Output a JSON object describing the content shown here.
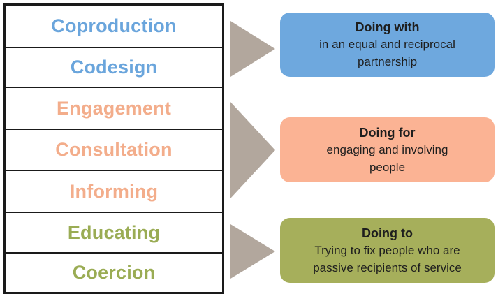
{
  "colors": {
    "blue_text": "#6aa5dc",
    "orange_text": "#f3ad8b",
    "green_text": "#9aac54",
    "blue_box": "#6ea8de",
    "orange_box": "#fbb394",
    "green_box": "#a6af5b",
    "arrow": "#b2a79d"
  },
  "ladder": [
    {
      "label": "Coproduction",
      "group": "blue"
    },
    {
      "label": "Codesign",
      "group": "blue"
    },
    {
      "label": "Engagement",
      "group": "orange"
    },
    {
      "label": "Consultation",
      "group": "orange"
    },
    {
      "label": "Informing",
      "group": "orange"
    },
    {
      "label": "Educating",
      "group": "green"
    },
    {
      "label": "Coercion",
      "group": "green"
    }
  ],
  "groups": [
    {
      "id": "blue",
      "title": "Doing with",
      "description_lines": [
        "in an equal and reciprocal",
        "partnership"
      ]
    },
    {
      "id": "orange",
      "title": "Doing for",
      "description_lines": [
        "engaging and involving",
        "people"
      ]
    },
    {
      "id": "green",
      "title": "Doing to",
      "description_lines": [
        "Trying to fix people who are",
        "passive recipients of service"
      ]
    }
  ]
}
